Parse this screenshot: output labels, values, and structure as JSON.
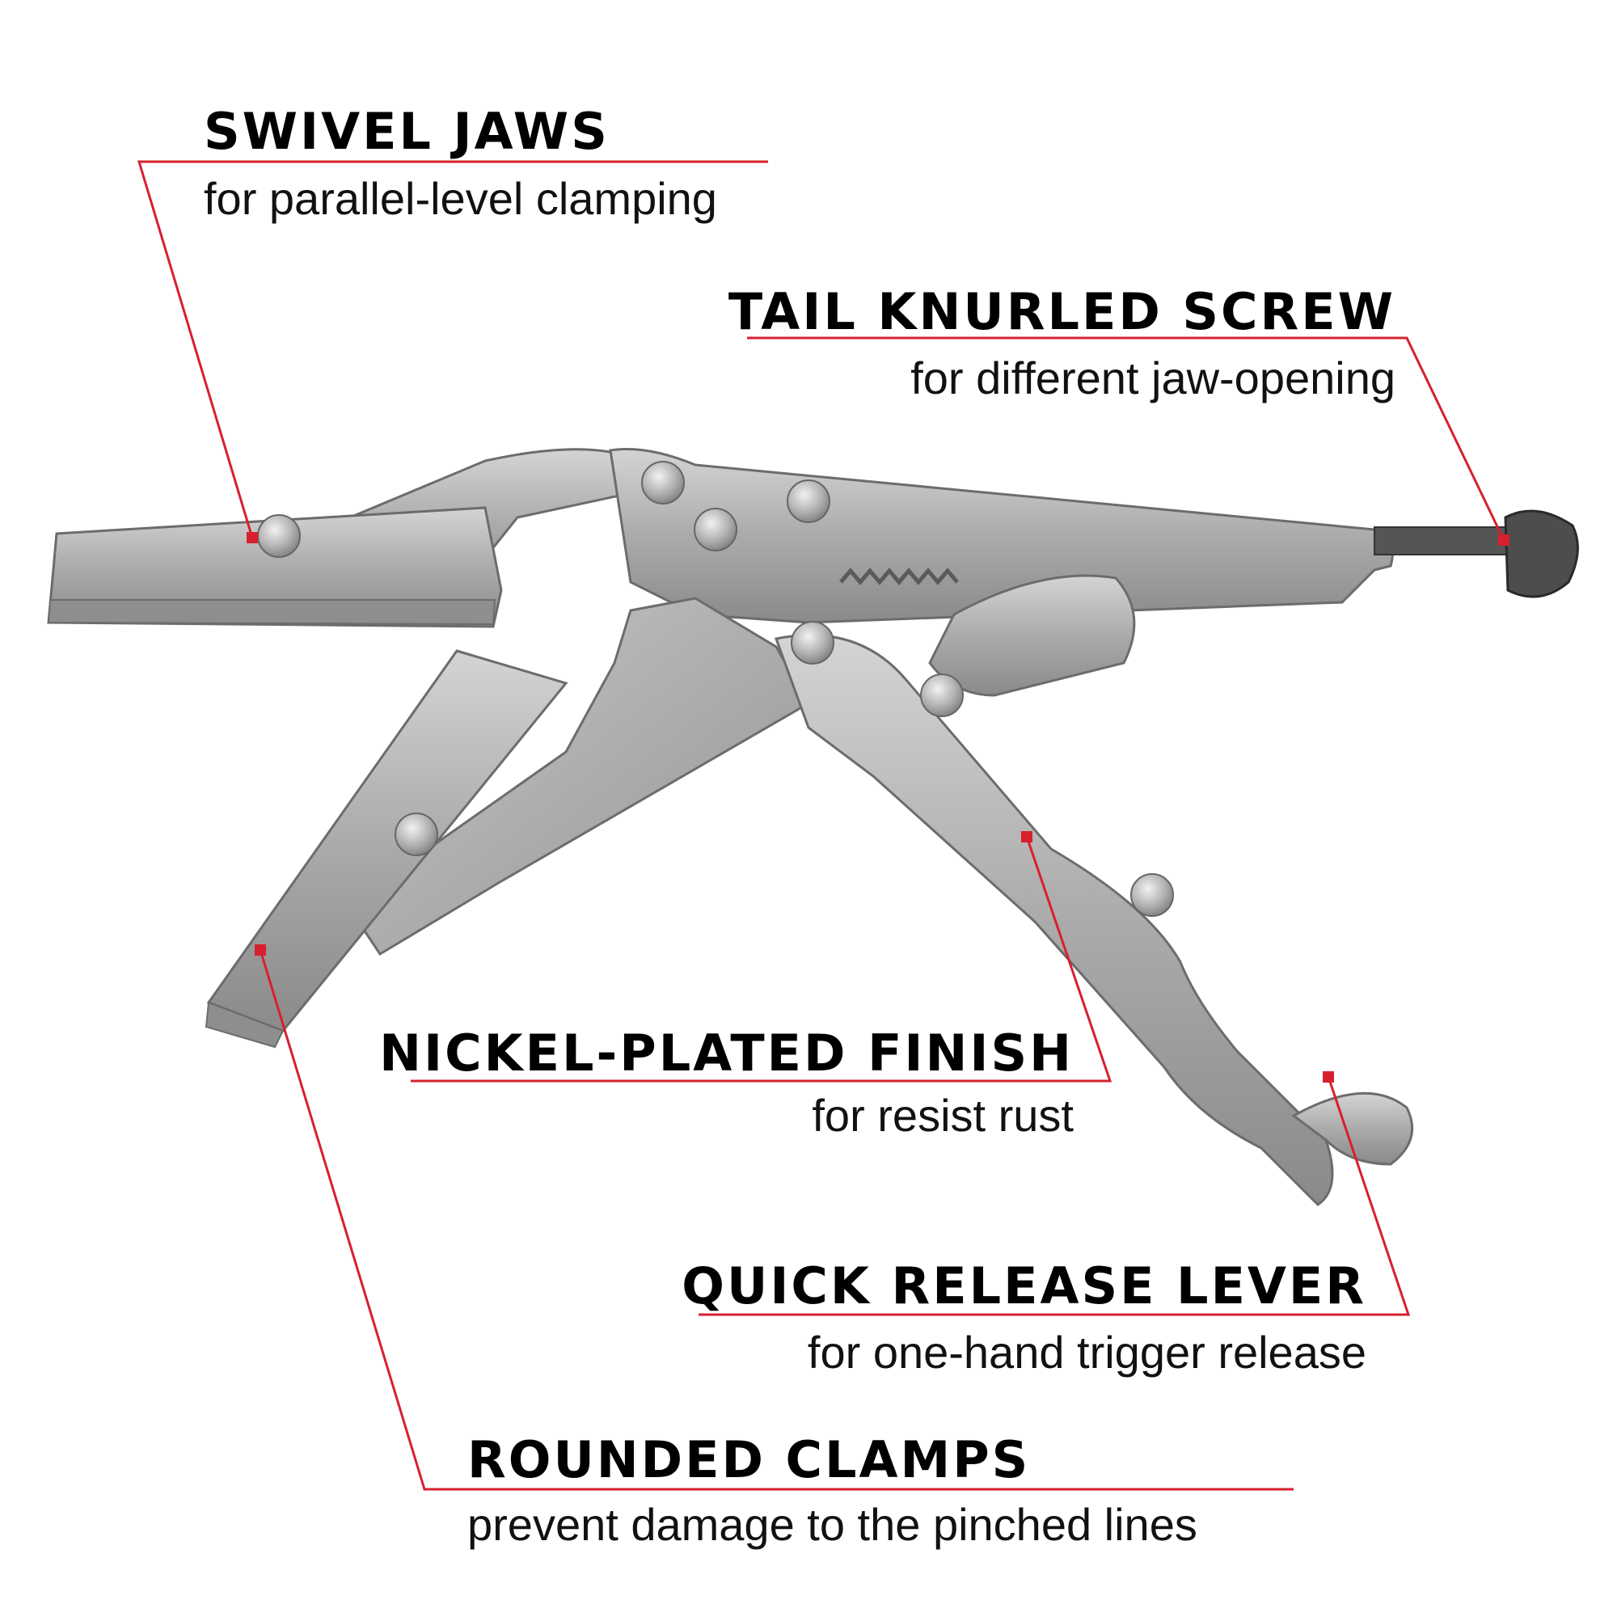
{
  "callouts": {
    "swivel": {
      "title": "SWIVEL JAWS",
      "desc": "for parallel-level clamping"
    },
    "tail": {
      "title": "TAIL KNURLED SCREW",
      "desc": "for different jaw-opening"
    },
    "nickel": {
      "title": "NICKEL-PLATED FINISH",
      "desc": "for resist rust"
    },
    "release": {
      "title": "QUICK RELEASE LEVER",
      "desc": "for one-hand trigger release"
    },
    "rounded": {
      "title": "ROUNDED CLAMPS",
      "desc": "prevent damage to the pinched lines"
    }
  },
  "colors": {
    "accent": "#d6202e",
    "steel": "#a6a6a6",
    "steel_dark": "#7a7a7a",
    "steel_light": "#cfcfcf"
  },
  "icons": [
    "locking-pliers-illustration"
  ]
}
